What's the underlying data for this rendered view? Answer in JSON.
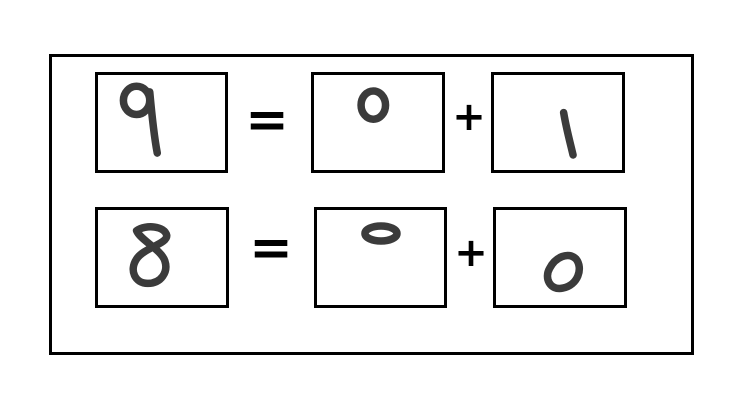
{
  "rows": [
    {
      "left": "9",
      "equals": "=",
      "middle": "0",
      "plus": "+",
      "right": "1"
    },
    {
      "left": "8",
      "equals": "=",
      "middle": "0",
      "plus": "+",
      "right": "0"
    }
  ],
  "colors": {
    "stroke": "#000000",
    "ink": "#3b3b3b",
    "background": "#ffffff"
  }
}
